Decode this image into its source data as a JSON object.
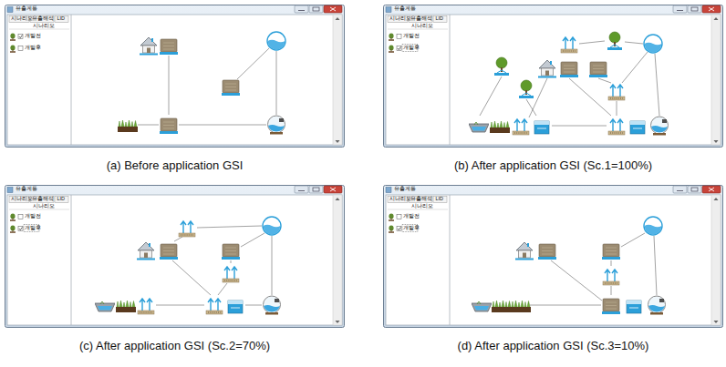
{
  "diagram": {
    "nodes": [
      {
        "text": [
          "유출계통",
          "시나리오",
          "유출해석",
          "LID",
          "시나리오",
          "개발전",
          "개발후",
          "(a) Before application GSI"
        ]
      },
      {
        "text": [
          "유출계통",
          "시나리오",
          "유출해석",
          "LID",
          "시나리오",
          "개발전",
          "개발후",
          "(b) After application GSI (Sc.1=100%)"
        ]
      },
      {
        "text": [
          "유출계통",
          "시나리오",
          "유출해석",
          "LID",
          "시나리오",
          "개발전",
          "개발후",
          "(c) After application GSI (Sc.2=70%)"
        ]
      },
      {
        "text": [
          "유출계통",
          "시나리오",
          "유출해석",
          "LID",
          "시나리오",
          "개발전",
          "개발후",
          "(d) After application GSI (Sc.3=10%)"
        ]
      }
    ]
  }
}
